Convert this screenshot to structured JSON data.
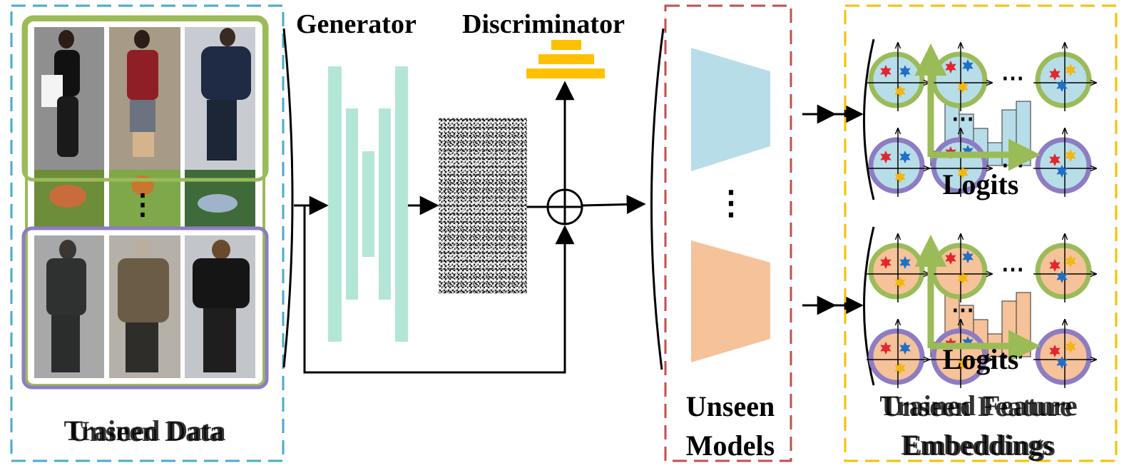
{
  "labels": {
    "generator": "Generator",
    "discriminator": "Discriminator",
    "trained_data": "Trained Data",
    "unseen_data": "Unseen Data",
    "unseen_models": "Unseen",
    "unseen_models_2": "Models",
    "trained_feature": "Trained Feature",
    "unseen_feature": "Unseen Feature",
    "embeddings": "Embeddings",
    "logits_top": "Logits",
    "logits_bottom": "Logits",
    "ellipsis": "⋯",
    "vdots": "⋮"
  },
  "colors": {
    "trained_box": "#4aaacb",
    "models_box": "#c0504d",
    "feature_box": "#f5c000",
    "green_group": "#9bbb59",
    "purple_group": "#8e7cc3",
    "generator": "#b3e6d6",
    "discriminator": "#ffc000",
    "model_blue": "#b7dde8",
    "model_orange": "#f6c29a",
    "star_red": "#e3262e",
    "star_blue": "#1f6fc5",
    "star_yellow": "#f2b80f"
  },
  "icons": {
    "adder": "circle-plus-icon",
    "stars": "star-icon",
    "photos": "person-photo-icon",
    "birds": "bird-photo-icon"
  }
}
